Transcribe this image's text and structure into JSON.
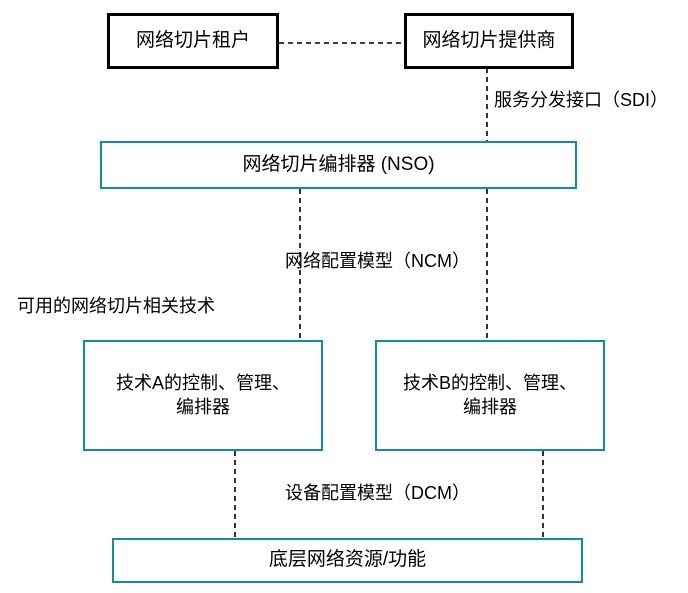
{
  "diagram": {
    "title_domain": "network-slicing-architecture",
    "colors": {
      "box_border_black": "#000000",
      "box_border_teal": "#0f8ca8",
      "line": "#000000",
      "text": "#000000",
      "background": "#ffffff"
    },
    "nodes": {
      "tenant": {
        "label": "网络切片租户"
      },
      "provider": {
        "label": "网络切片提供商"
      },
      "nso": {
        "label": "网络切片编排器 (NSO)"
      },
      "tech_a": {
        "label_line1": "技术A的控制、管理、",
        "label_line2": "编排器"
      },
      "tech_b": {
        "label_line1": "技术B的控制、管理、",
        "label_line2": "编排器"
      },
      "underlay": {
        "label": "底层网络资源/功能"
      }
    },
    "edge_labels": {
      "sdi": "服务分发接口（SDI）",
      "ncm": "网络配置模型（NCM）",
      "dcm": "设备配置模型（DCM）"
    },
    "annotations": {
      "available_tech": "可用的网络切片相关技术"
    }
  }
}
